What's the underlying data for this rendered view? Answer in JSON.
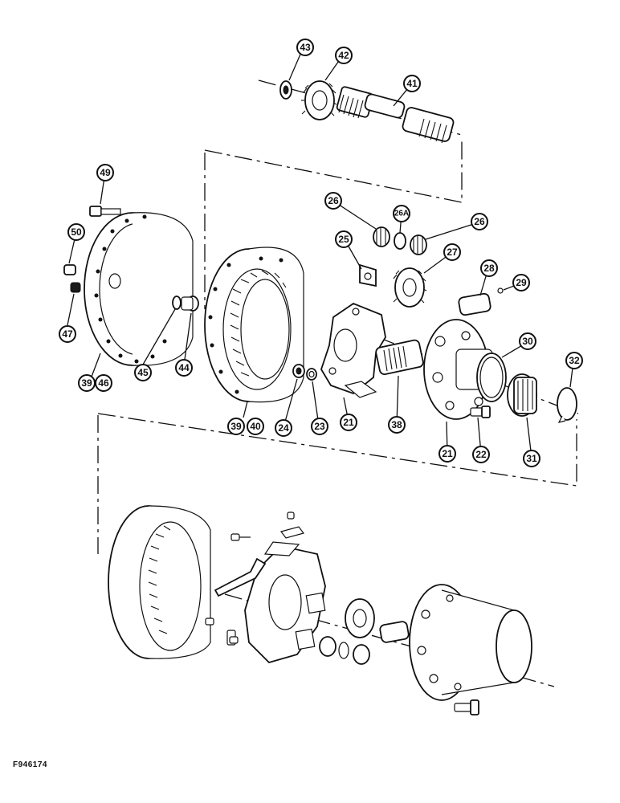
{
  "figure_id": "F946174",
  "callouts": {
    "c43": "43",
    "c42": "42",
    "c41": "41",
    "c49": "49",
    "c26a": "26",
    "c26A": "26A",
    "c26b": "26",
    "c50": "50",
    "c25": "25",
    "c27": "27",
    "c28": "28",
    "c29": "29",
    "c47": "47",
    "c30": "30",
    "c32": "32",
    "c39a": "39",
    "c46": "46",
    "c45": "45",
    "c44": "44",
    "c39b": "39",
    "c40": "40",
    "c24": "24",
    "c23": "23",
    "c21a": "21",
    "c38": "38",
    "c21b": "21",
    "c22": "22",
    "c31": "31"
  },
  "colors": {
    "line": "#111111",
    "background": "#ffffff"
  }
}
